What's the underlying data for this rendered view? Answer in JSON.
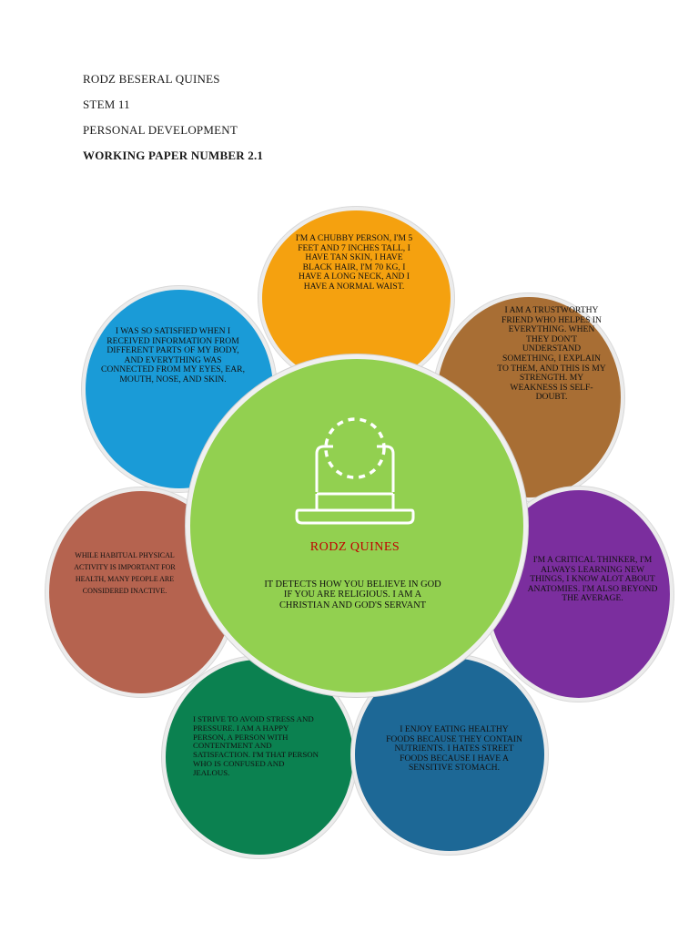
{
  "header": {
    "name": "RODZ BESERAL QUINES",
    "grade": "STEM 11",
    "subject": "PERSONAL DEVELOPMENT",
    "paper": "WORKING PAPER NUMBER 2.1"
  },
  "center": {
    "icon": "laptop-person-icon",
    "title": "RODZ QUINES",
    "description": "IT DETECTS HOW YOU BELIEVE IN GOD IF YOU ARE RELIGIOUS. I AM A CHRISTIAN AND GOD'S SERVANT",
    "color": "#92d050"
  },
  "petals": [
    {
      "text": "I WAS SO SATISFIED WHEN I RECEIVED INFORMATION FROM DIFFERENT PARTS OF MY BODY, AND EVERYTHING WAS CONNECTED FROM MY EYES, EAR, MOUTH, NOSE, AND SKIN.",
      "color": "#1a9bd7"
    },
    {
      "text": "I'M A CHUBBY PERSON, I'M 5 FEET AND 7 INCHES TALL, I HAVE TAN SKIN, I HAVE BLACK HAIR, I'M 70 KG, I HAVE A LONG NECK, AND I HAVE A NORMAL WAIST.",
      "color": "#f5a10f"
    },
    {
      "text": "I AM A TRUSTWORTHY FRIEND WHO HELPES IN EVERYTHING. WHEN THEY DON'T UNDERSTAND SOMETHING, I EXPLAIN TO THEM, AND THIS IS MY STRENGTH. MY WEAKNESS IS SELF-DOUBT.",
      "color": "#a86e34"
    },
    {
      "text": "WHILE HABITUAL PHYSICAL ACTIVITY IS IMPORTANT FOR HEALTH, MANY PEOPLE ARE CONSIDERED INACTIVE.",
      "color": "#b5634f"
    },
    {
      "text": "I'M A CRITICAL THINKER, I'M ALWAYS LEARNING NEW THINGS, I KNOW ALOT ABOUT ANATOMIES. I'M ALSO BEYOND THE AVERAGE.",
      "color": "#7b2e9e"
    },
    {
      "text": "I STRIVE TO AVOID STRESS AND PRESSURE. I AM A HAPPY PERSON, A PERSON WITH CONTENTMENT AND SATISFACTION. I'M THAT PERSON WHO IS CONFUSED AND JEALOUS.",
      "color": "#0b8150"
    },
    {
      "text": "I ENJOY EATING HEALTHY FOODS BECAUSE THEY CONTAIN NUTRIENTS. I HATES STREET FOODS BECAUSE I HAVE A SENSITIVE STOMACH.",
      "color": "#1d6896"
    }
  ]
}
